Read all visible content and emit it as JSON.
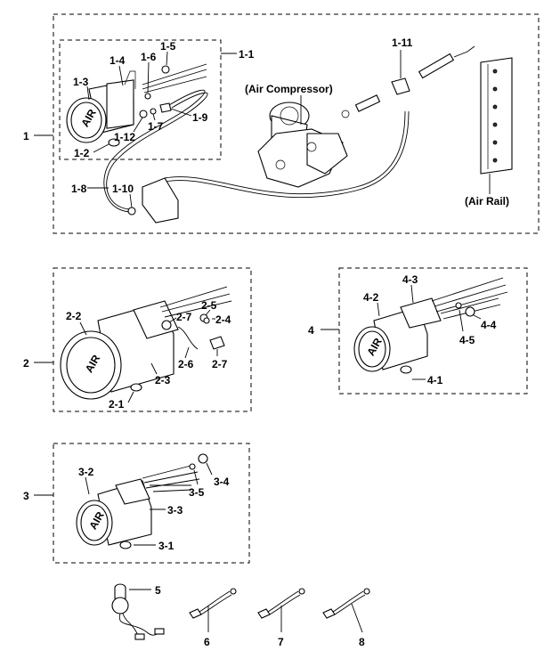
{
  "callouts": {
    "c1": "1",
    "c1_1": "1-1",
    "c1_2": "1-2",
    "c1_3": "1-3",
    "c1_4": "1-4",
    "c1_5": "1-5",
    "c1_6": "1-6",
    "c1_7": "1-7",
    "c1_8": "1-8",
    "c1_9": "1-9",
    "c1_10": "1-10",
    "c1_11": "1-11",
    "c1_12": "1-12",
    "c2": "2",
    "c2_1": "2-1",
    "c2_2": "2-2",
    "c2_3": "2-3",
    "c2_4": "2-4",
    "c2_5": "2-5",
    "c2_6": "2-6",
    "c2_7a": "2-7",
    "c2_7b": "2-7",
    "c3": "3",
    "c3_1": "3-1",
    "c3_2": "3-2",
    "c3_3": "3-3",
    "c3_4": "3-4",
    "c3_5": "3-5",
    "c4": "4",
    "c4_1": "4-1",
    "c4_2": "4-2",
    "c4_3": "4-3",
    "c4_4": "4-4",
    "c4_5": "4-5",
    "c5": "5",
    "c6": "6",
    "c7": "7",
    "c8": "8"
  },
  "component_labels": {
    "air_compressor": "(Air Compressor)",
    "air_rail": "(Air Rail)"
  },
  "gauge_face_marks": {
    "g1": "AIR",
    "g2": "AIR",
    "g3": "AIR",
    "g4": "AIR"
  }
}
